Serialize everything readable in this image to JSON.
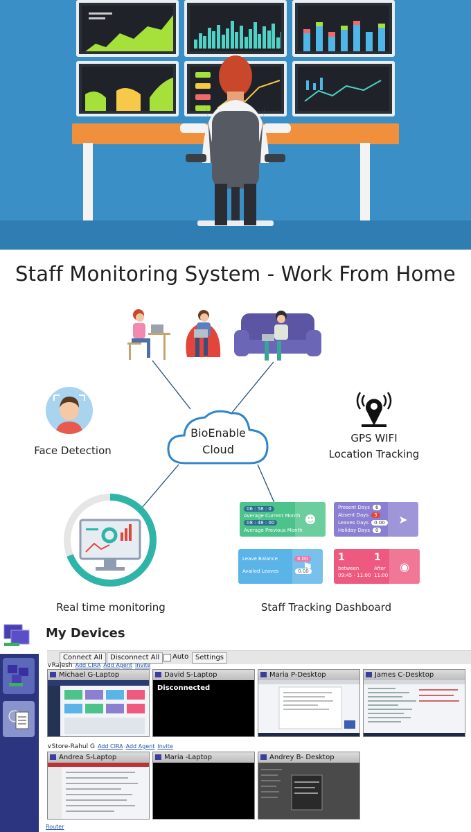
{
  "title": "Staff Monitoring System - Work From Home",
  "diagram": {
    "cloud_line1": "BioEnable",
    "cloud_line2": "Cloud",
    "face_detection": "Face Detection",
    "gps_line1": "GPS WIFI",
    "gps_line2": "Location Tracking",
    "realtime": "Real time monitoring",
    "dashboard": "Staff Tracking Dashboard",
    "cards": {
      "time_in": "06 : 58 : 0",
      "avg_current": "Average Current Month",
      "time_out": "08 : 48 : 00",
      "avg_previous": "Average Previous Month",
      "present": "Present Days",
      "present_val": "6",
      "absent": "Absent Days",
      "absent_val": "3",
      "leaves": "Leaves Days",
      "leaves_val": "0.00",
      "holiday": "Holiday Days",
      "holiday_val": "0",
      "leave_balance": "Leave Balance",
      "leave_balance_val": "8.00",
      "availed": "Availed Leaves",
      "availed_val": "0.00",
      "pink_left_num": "1",
      "pink_left_lbl": "between",
      "pink_left_time": "09:45 - 11:00",
      "pink_right_num": "1",
      "pink_right_lbl": "After",
      "pink_right_time": "11:00"
    },
    "colors": {
      "cloud_stroke": "#2f86c9",
      "teal": "#2fb5a8",
      "green_card": "#4cc38a",
      "purple_card": "#8a7fd1",
      "blue_card": "#5ab4e8",
      "pink_card": "#ee5a7f"
    }
  },
  "devices": {
    "title": "My Devices",
    "toolbar": {
      "connect_all": "Connect All",
      "disconnect_all": "Disconnect All",
      "auto": "Auto",
      "settings": "Settings"
    },
    "groups": [
      {
        "name": "Rajesh",
        "add_cira": "Add CIRA",
        "add_agent": "Add Agent",
        "invite": "Invite",
        "tiles": [
          {
            "name": "Michael G-Laptop",
            "state": ""
          },
          {
            "name": "David S-Laptop",
            "state": "Disconnected"
          },
          {
            "name": "Maria P-Desktop",
            "state": ""
          },
          {
            "name": "James C-Desktop",
            "state": ""
          }
        ]
      },
      {
        "name": "Store-Rahul G",
        "add_cira": "Add CIRA",
        "add_agent": "Add Agent",
        "invite": "Invite",
        "tiles": [
          {
            "name": "Andrea S-Laptop",
            "state": ""
          },
          {
            "name": "Maria -Laptop",
            "state": ""
          },
          {
            "name": "Andrey B- Desktop",
            "state": ""
          }
        ]
      }
    ],
    "router": "Router"
  }
}
